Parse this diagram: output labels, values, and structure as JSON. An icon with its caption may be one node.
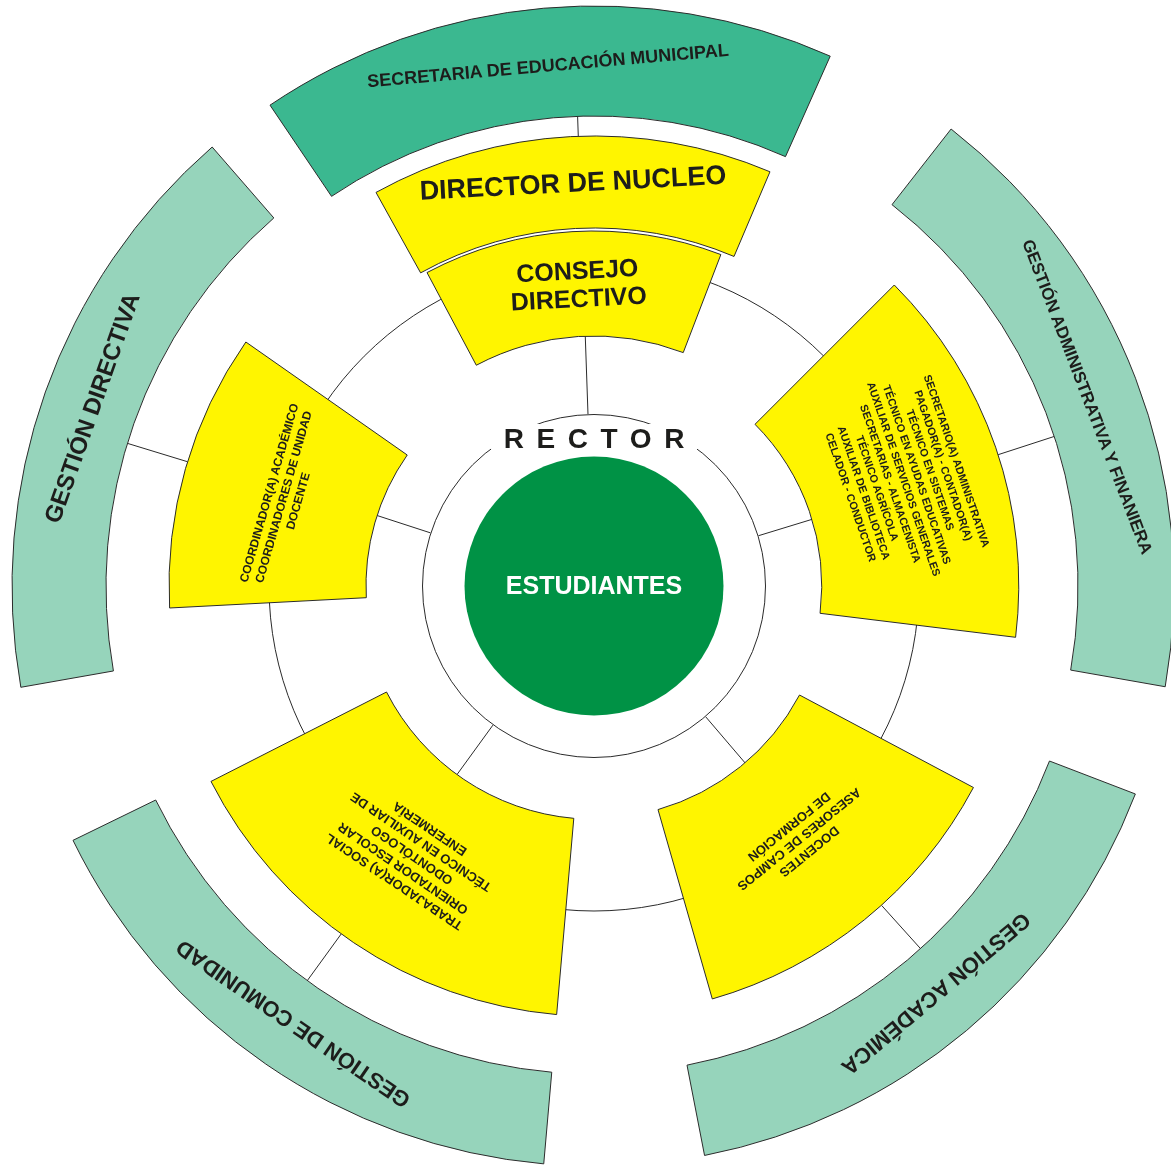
{
  "diagram": {
    "nodes": [
      {
        "text": [
          "SECRETARIA DE EDUCACIÓN MUNICIPAL"
        ]
      },
      {
        "text": [
          "GESTIÓN DIRECTIVA"
        ]
      },
      {
        "text": [
          "GESTIÓN ADMINISTRATIVA Y FINANIERA"
        ]
      },
      {
        "text": [
          "DIRECTOR DE NUCLEO"
        ]
      },
      {
        "text": [
          "CONSEJO DIRECTIVO"
        ]
      },
      {
        "text": [
          "COORDINADOR(A) ACADÉMICO",
          "COORDINADORES DE UNIDAD DOCENTE"
        ]
      },
      {
        "text": [
          "SECRETARIO(A) ADMINISTRATIVA",
          "PAGADOR(A) - CONTADOR(A)",
          "TÉCNICO EN SISTEMAS",
          "TÉCNICO EN AYUDAS EDUCATIVAS",
          "AUXILIAR DE SERVICIOS GENERALES",
          "SECRETARIAS - ALMACENISTA",
          "TÉCNICO AGRÍCOLA",
          "AUXILIAR DE BIBLIOTECA",
          "CELADOR - CONDUCTOR"
        ]
      },
      {
        "text": [
          "RECTOR"
        ]
      },
      {
        "text": [
          "ESTUDIANTES"
        ],
        "in": 7
      },
      {
        "text": [
          "TRABAJADOR(A) SOCIAL",
          "ORIENTADOR ESCOLAR",
          "ODONTÓLOGO",
          "TÉCNICO EN AUXILIAR DE ENFERMERÍA"
        ]
      },
      {
        "text": [
          "DOCENTES",
          "ASESORES DE CAMPOS DE FORMACIÓN"
        ]
      },
      {
        "text": [
          "GESTIÓN DE COMUNIDAD"
        ]
      },
      {
        "text": [
          "GESTIÓN ACADÉMICA"
        ]
      }
    ],
    "edges": [
      {
        "from": 0,
        "to": 3,
        "arrow": "none"
      },
      {
        "from": 4,
        "to": 7,
        "arrow": "none"
      },
      {
        "from": 1,
        "to": 5,
        "arrow": "none"
      },
      {
        "from": 5,
        "to": 7,
        "arrow": "none"
      },
      {
        "from": 2,
        "to": 6,
        "arrow": "none"
      },
      {
        "from": 6,
        "to": 7,
        "arrow": "none"
      },
      {
        "from": 12,
        "to": 10,
        "arrow": "none"
      },
      {
        "from": 10,
        "to": 7,
        "arrow": "none"
      },
      {
        "from": 11,
        "to": 9,
        "arrow": "none"
      },
      {
        "from": 9,
        "to": 7,
        "arrow": "none"
      }
    ]
  }
}
